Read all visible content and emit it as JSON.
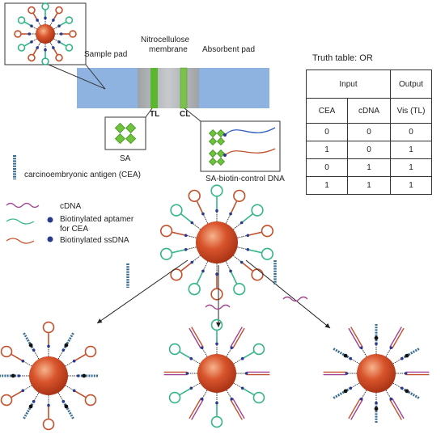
{
  "strip": {
    "sample_pad": "Sample pad",
    "membrane_line1": "Nitrocellulose",
    "membrane_line2": "membrane",
    "absorbent_pad": "Absorbent pad",
    "test_line": "TL",
    "control_line": "CL"
  },
  "callouts": {
    "sa": "SA",
    "sa_biotin": "SA-biotin-control DNA"
  },
  "legend": {
    "cea": "carcinoembryonic antigen (CEA)",
    "cdna": "cDNA",
    "aptamer_line1": "Biotinylated aptamer",
    "aptamer_line2": "for CEA",
    "ssdna": "Biotinylated ssDNA"
  },
  "truth_table": {
    "title": "Truth table: OR",
    "group_input": "Input",
    "group_output": "Output",
    "headers": [
      "CEA",
      "cDNA",
      "Vis (TL)"
    ],
    "rows": [
      [
        "0",
        "0",
        "0"
      ],
      [
        "1",
        "0",
        "1"
      ],
      [
        "0",
        "1",
        "1"
      ],
      [
        "1",
        "1",
        "1"
      ]
    ]
  },
  "colors": {
    "strip": "#8fb3e0",
    "membrane": "#a7a9ac",
    "test_line": "#5ab82e",
    "control_line": "#6dbf3f",
    "nanoparticle": "#c8431f",
    "aptamer": "#34b58a",
    "ssdna": "#c2502b",
    "cdna": "#a0428f",
    "biotin": "#2b3a8f"
  }
}
